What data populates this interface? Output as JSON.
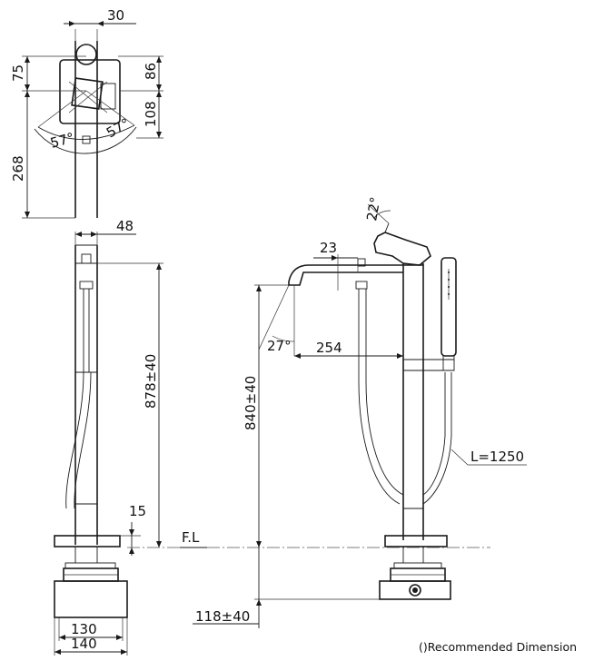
{
  "labels": {
    "top_width": "30",
    "top_75": "75",
    "top_86": "86",
    "top_108": "108",
    "top_268": "268",
    "angle_left": "57°",
    "angle_right": "57°",
    "side_48": "48",
    "side_height": "878±40",
    "side_15": "15",
    "side_130": "130",
    "side_140": "140",
    "floor_level": "F.L",
    "front_22": "22°",
    "front_23": "23",
    "front_27": "27°",
    "front_254": "254",
    "front_height": "840±40",
    "hose_length": "L=1250",
    "front_118": "118±40",
    "footnote": "()Recommended Dimension"
  }
}
